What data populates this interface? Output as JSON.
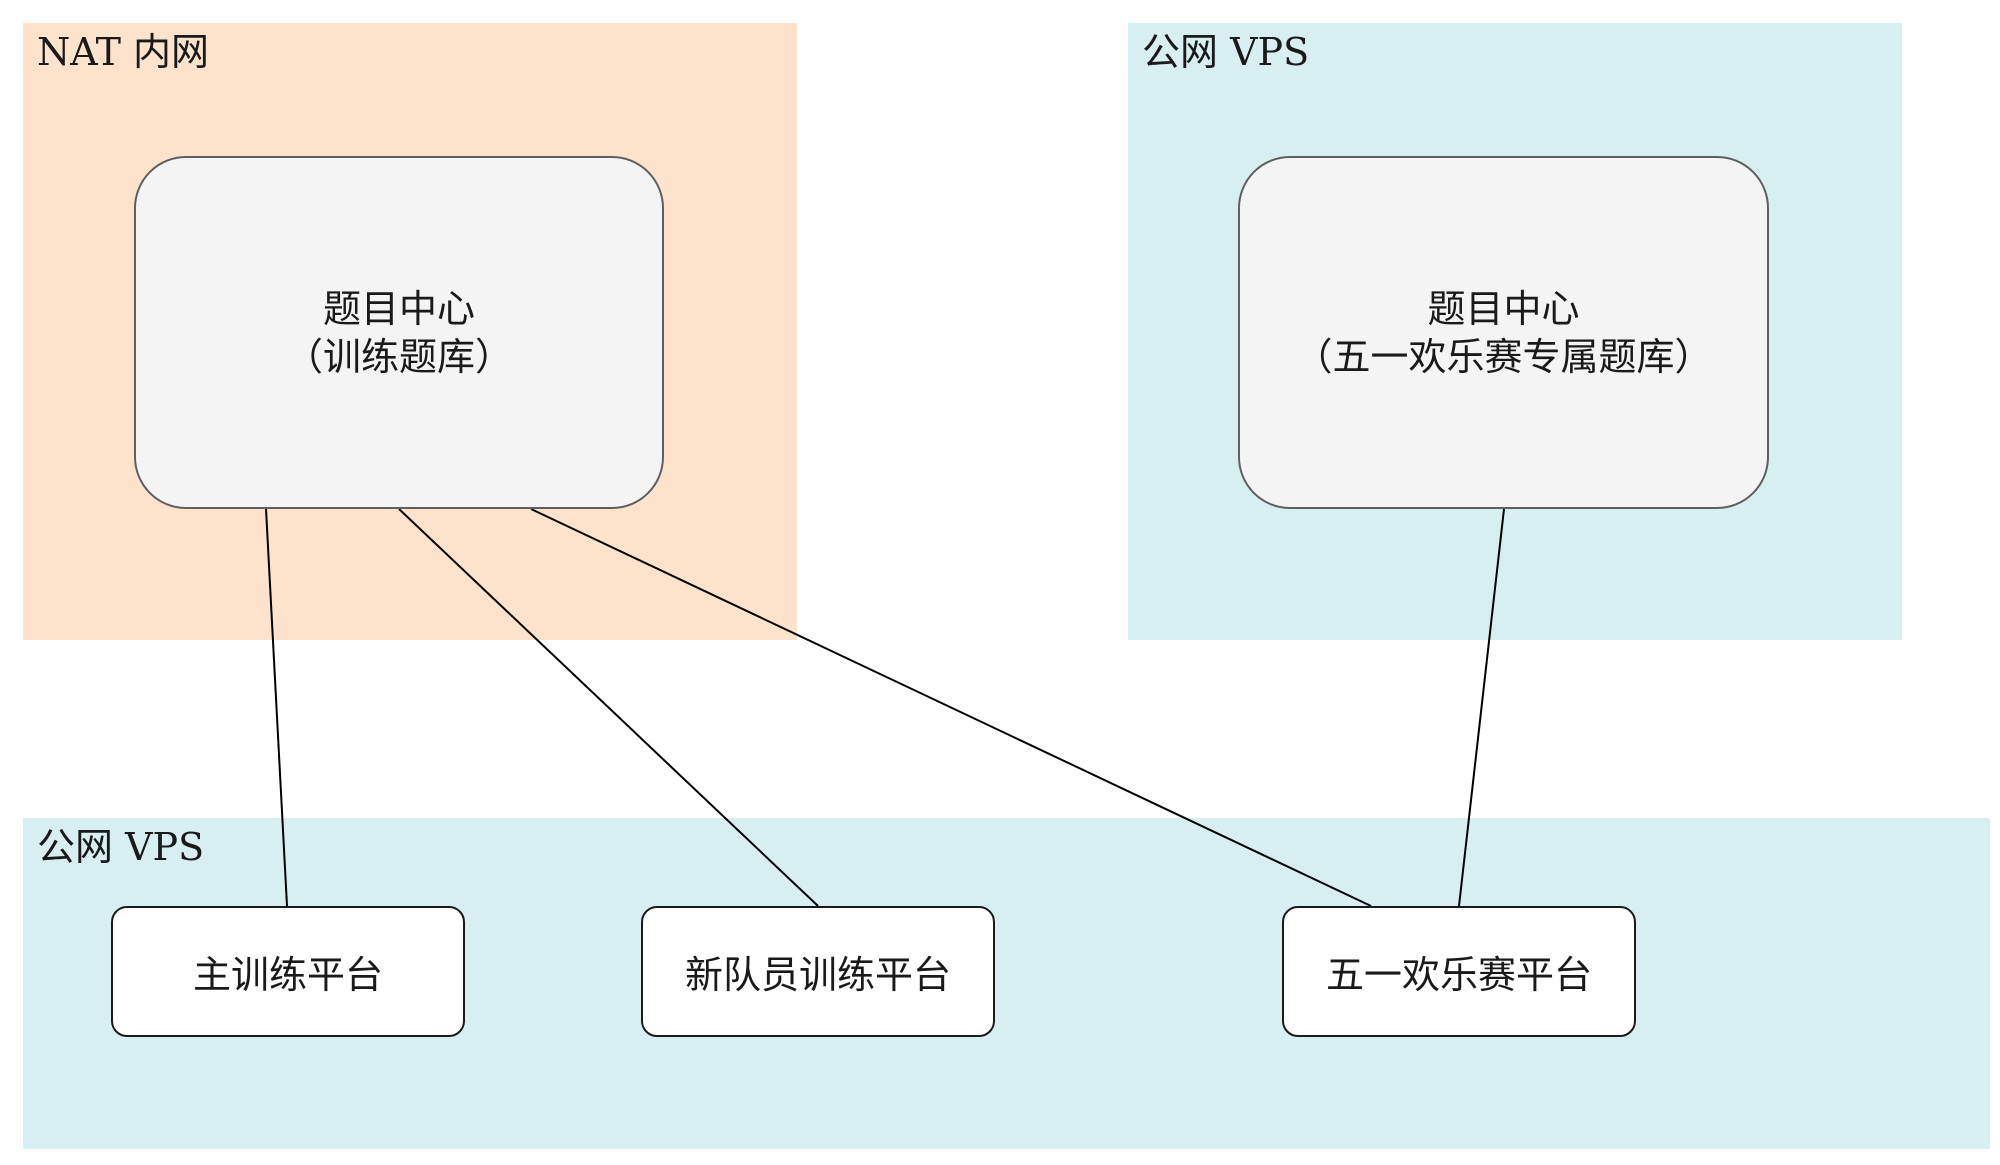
{
  "colors": {
    "nat_region": "#fde3cb",
    "vps_region": "#d7eff1",
    "hub_fill": "#f4f4f4",
    "hub_stroke": "#5f5f5f",
    "platform_fill": "#ffffff",
    "edge": "#000000"
  },
  "regions": {
    "nat": {
      "label": "NAT 内网"
    },
    "vps_top": {
      "label": "公网 VPS"
    },
    "vps_bottom": {
      "label": "公网 VPS"
    }
  },
  "hubs": {
    "training": {
      "line1": "题目中心",
      "line2": "（训练题库）"
    },
    "contest": {
      "line1": "题目中心",
      "line2": "（五一欢乐赛专属题库）"
    }
  },
  "platforms": {
    "main": {
      "label": "主训练平台"
    },
    "newbie": {
      "label": "新队员训练平台"
    },
    "contest": {
      "label": "五一欢乐赛平台"
    }
  },
  "edges": [
    {
      "from": "hub-training",
      "to": "platform-main"
    },
    {
      "from": "hub-training",
      "to": "platform-newbie"
    },
    {
      "from": "hub-training",
      "to": "platform-contest"
    },
    {
      "from": "hub-contest",
      "to": "platform-contest"
    }
  ]
}
